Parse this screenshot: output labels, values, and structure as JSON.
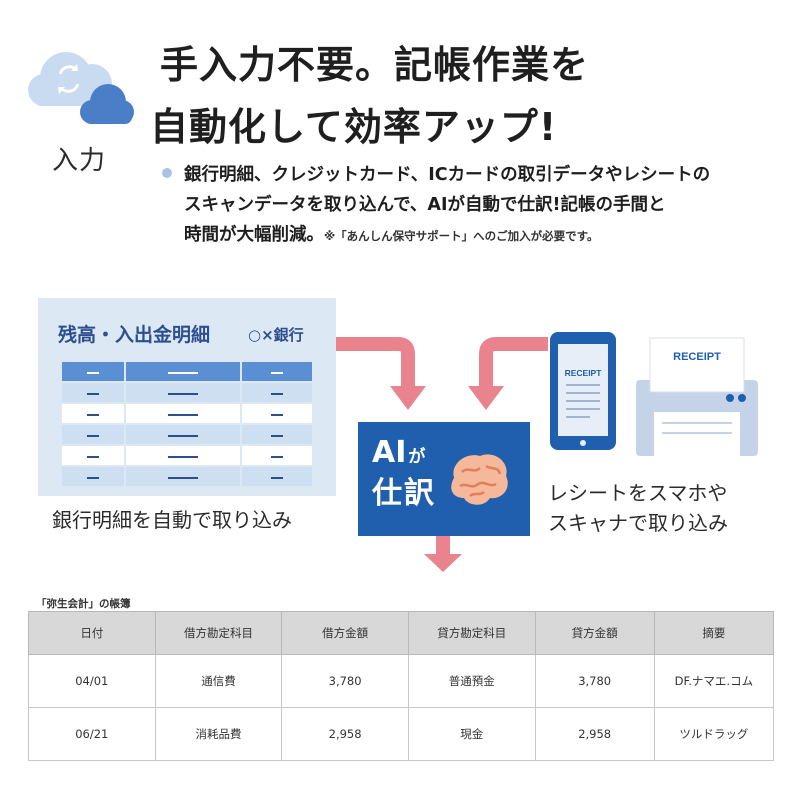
{
  "header": {
    "icon_label": "入力",
    "headline_line1": "手入力不要。記帳作業を",
    "headline_line2": "自動化して効率アップ!",
    "description_line1": "銀行明細、クレジットカード、ICカードの取引データやレシートの",
    "description_line2": "スキャンデータを取り込んで、AIが自動で仕訳!記帳の手間と",
    "description_line3": "時間が大幅削減。",
    "description_note": "※「あんしん保守サポート」へのご加入が必要です。"
  },
  "diagram": {
    "bank_title": "残高・入出金明細",
    "bank_name": "○×銀行",
    "bank_caption": "銀行明細を自動で取り込み",
    "ai_line1": "AI",
    "ai_line1_suffix": "が",
    "ai_line2": "仕訳",
    "receipt_phone_label": "RECEIPT",
    "receipt_printer_label": "RECEIPT",
    "scan_caption_line1": "レシートをスマホや",
    "scan_caption_line2": "スキャナで取り込み"
  },
  "ledger": {
    "caption": "「弥生会計」の帳簿",
    "columns": [
      "日付",
      "借方勘定科目",
      "借方金額",
      "貸方勘定科目",
      "貸方金額",
      "摘要"
    ],
    "rows": [
      [
        "04/01",
        "通信費",
        "3,780",
        "普通預金",
        "3,780",
        "DF.ナマエ.コム"
      ],
      [
        "06/21",
        "消耗品費",
        "2,958",
        "現金",
        "2,958",
        "ツルドラッグ"
      ]
    ]
  },
  "colors": {
    "accent_blue": "#1f5fae",
    "panel_blue": "#dde8f5",
    "arrow_pink": "#e9848f",
    "highlight": "#e3ecf7"
  }
}
